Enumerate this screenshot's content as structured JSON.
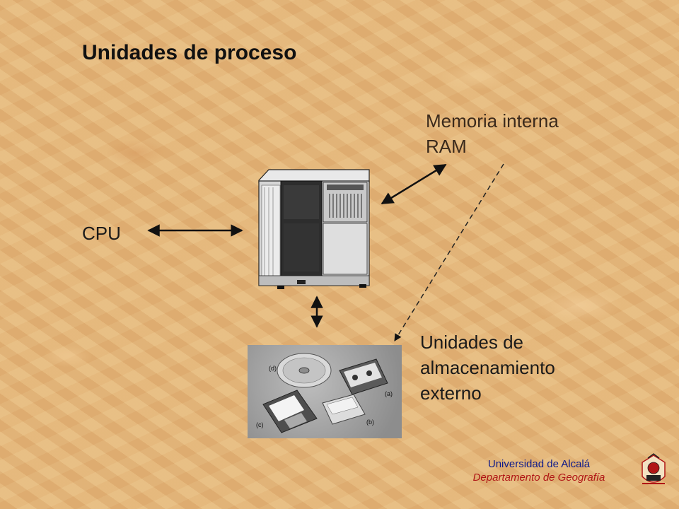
{
  "slide": {
    "title": "Unidades de proceso"
  },
  "labels": {
    "ram_line1": "Memoria interna",
    "ram_line2": "RAM",
    "cpu": "CPU",
    "storage_line1": "Unidades de",
    "storage_line2": "almacenamiento",
    "storage_line3": "externo"
  },
  "photo_labels": {
    "a": "(a)",
    "b": "(b)",
    "c": "(c)",
    "d": "(d)"
  },
  "footer": {
    "university": "Universidad de Alcalá",
    "department": "Departamento de Geografía"
  },
  "icons": {
    "computer": "computer-tower-icon",
    "storage": "storage-media-photo",
    "logo": "university-crest-icon"
  }
}
